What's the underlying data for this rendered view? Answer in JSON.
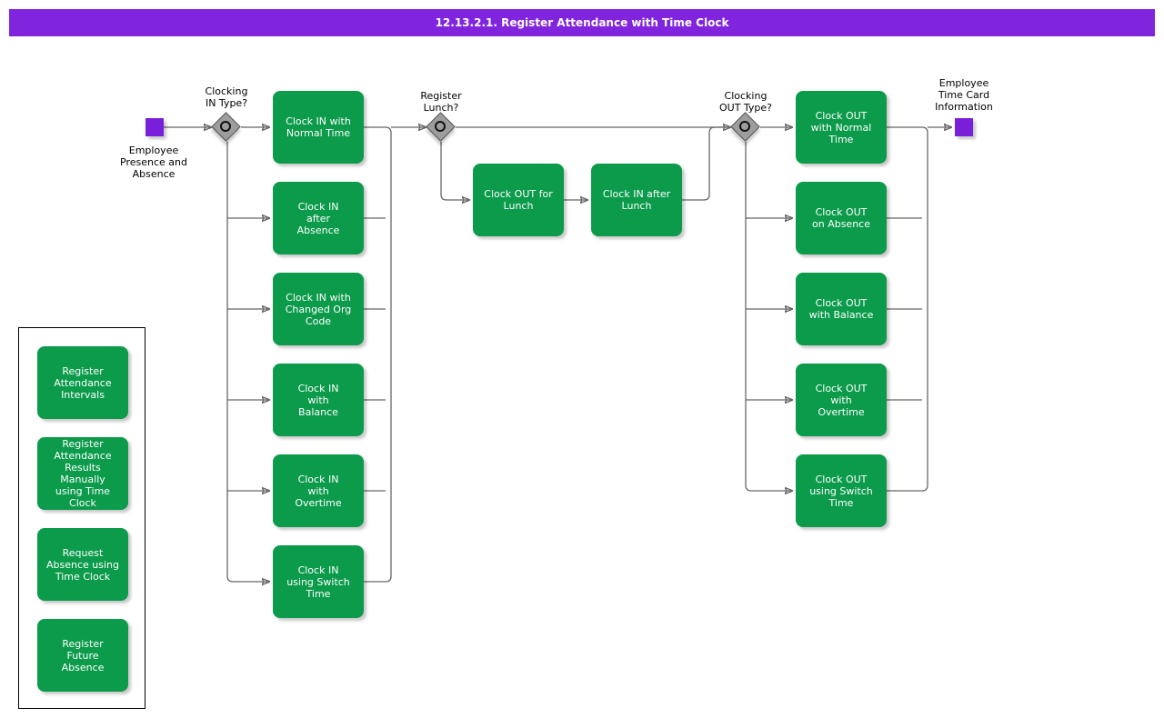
{
  "banner": {
    "title": "12.13.2.1. Register Attendance with Time Clock",
    "color": "#8024de"
  },
  "theme": {
    "task_fill": "#0b9b4b",
    "event_fill": "#7a1fd9",
    "gateway_fill": "#9d9d9d",
    "connector": "#666666"
  },
  "events": {
    "start": {
      "name": "start-event",
      "label": "Employee\nPresence and\nAbsence",
      "icon": "purple-square-event-icon"
    },
    "end": {
      "name": "end-event",
      "label": "Employee\nTime Card\nInformation",
      "icon": "purple-square-event-icon"
    }
  },
  "gateways": [
    {
      "id": "gw-clocking-in",
      "label": "Clocking\nIN Type?",
      "icon": "inclusive-gateway-icon"
    },
    {
      "id": "gw-register-lunch",
      "label": "Register\nLunch?",
      "icon": "inclusive-gateway-icon"
    },
    {
      "id": "gw-clocking-out",
      "label": "Clocking\nOUT Type?",
      "icon": "inclusive-gateway-icon"
    }
  ],
  "clock_in_tasks": [
    {
      "id": "task-clock-in-normal-time",
      "label": "Clock IN with\nNormal Time"
    },
    {
      "id": "task-clock-in-after-absence",
      "label": "Clock IN\nafter\nAbsence"
    },
    {
      "id": "task-clock-in-changed-org-code",
      "label": "Clock IN with\nChanged Org\nCode"
    },
    {
      "id": "task-clock-in-with-balance",
      "label": "Clock IN\nwith\nBalance"
    },
    {
      "id": "task-clock-in-with-overtime",
      "label": "Clock IN\nwith\nOvertime"
    },
    {
      "id": "task-clock-in-using-switch-time",
      "label": "Clock IN\nusing Switch\nTime"
    }
  ],
  "lunch_tasks": [
    {
      "id": "task-clock-out-for-lunch",
      "label": "Clock OUT for\nLunch"
    },
    {
      "id": "task-clock-in-after-lunch",
      "label": "Clock IN after\nLunch"
    }
  ],
  "clock_out_tasks": [
    {
      "id": "task-clock-out-normal-time",
      "label": "Clock OUT\nwith Normal\nTime"
    },
    {
      "id": "task-clock-out-on-absence",
      "label": "Clock OUT\non Absence"
    },
    {
      "id": "task-clock-out-with-balance",
      "label": "Clock OUT\nwith Balance"
    },
    {
      "id": "task-clock-out-with-overtime",
      "label": "Clock OUT\nwith\nOvertime"
    },
    {
      "id": "task-clock-out-using-switch-time",
      "label": "Clock OUT\nusing Switch\nTime"
    }
  ],
  "legend_tasks": [
    {
      "id": "legend-register-attendance-intervals",
      "label": "Register\nAttendance\nIntervals"
    },
    {
      "id": "legend-register-attendance-results-manually",
      "label": "Register\nAttendance\nResults Manually\nusing Time Clock"
    },
    {
      "id": "legend-request-absence-using-time-clock",
      "label": "Request\nAbsence using\nTime Clock"
    },
    {
      "id": "legend-register-future-absence",
      "label": "Register\nFuture\nAbsence"
    }
  ]
}
